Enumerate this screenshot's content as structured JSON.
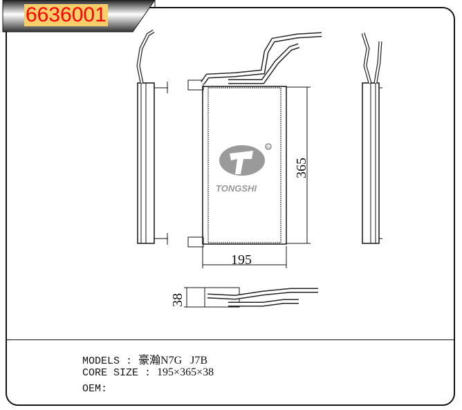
{
  "part_number": "6636001",
  "logo": {
    "brand": "TONGSHI",
    "mark": "®"
  },
  "dimensions": {
    "width": "195",
    "height": "365",
    "depth": "38"
  },
  "specs": {
    "models_label": "MODELS :",
    "models_value": "豪瀚N7G   J7B",
    "core_size_label": "CORE SIZE :",
    "core_size_value": "195×365×38",
    "oem_label": "OEM:"
  }
}
